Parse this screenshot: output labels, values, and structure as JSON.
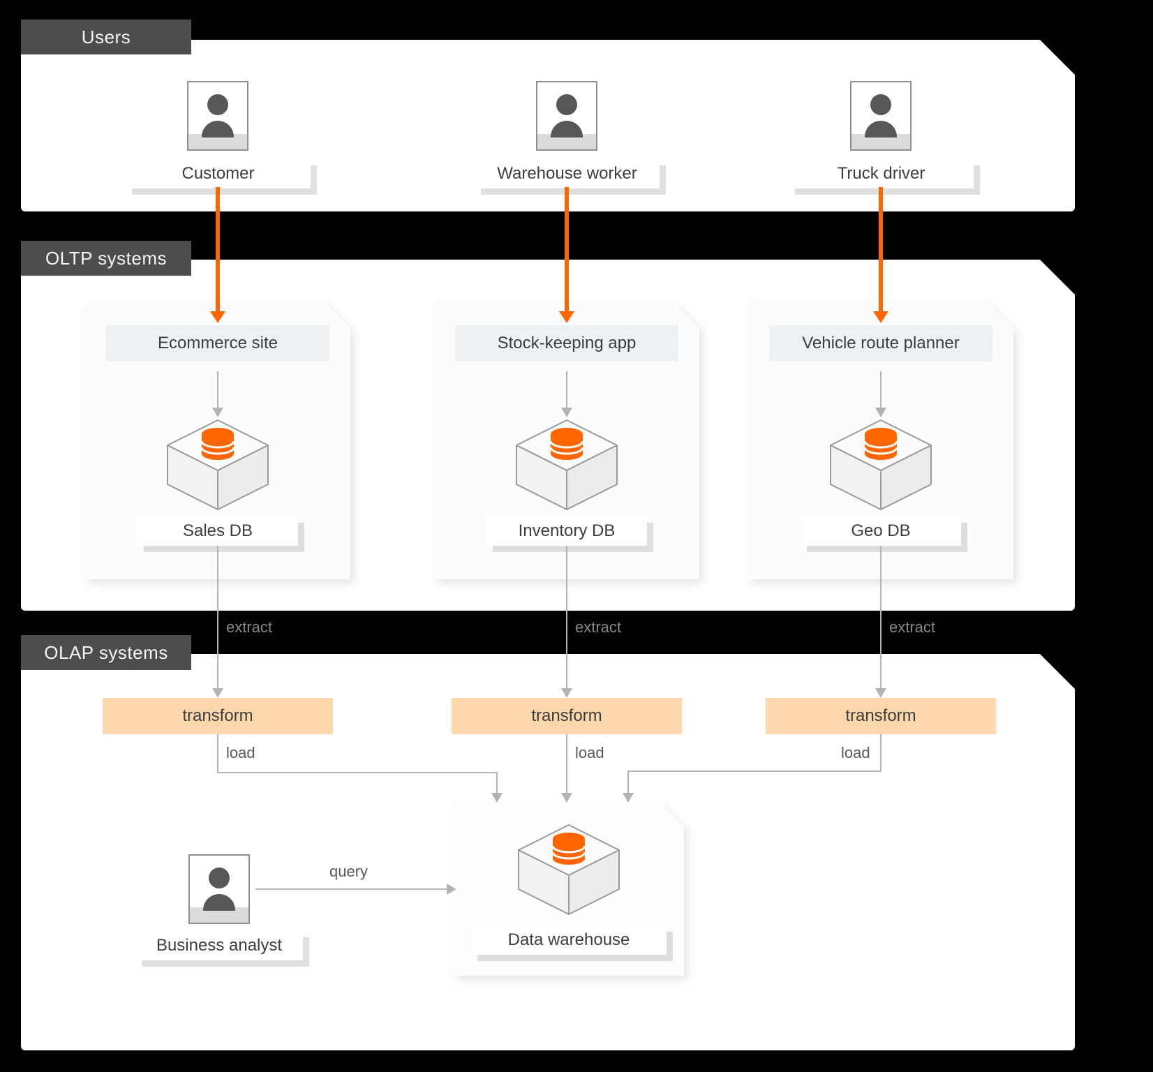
{
  "sections": {
    "users": {
      "label": "Users",
      "items": [
        {
          "label": "Customer"
        },
        {
          "label": "Warehouse worker"
        },
        {
          "label": "Truck driver"
        }
      ]
    },
    "oltp": {
      "label": "OLTP systems",
      "cards": [
        {
          "app": "Ecommerce site",
          "db": "Sales DB"
        },
        {
          "app": "Stock-keeping app",
          "db": "Inventory DB"
        },
        {
          "app": "Vehicle route planner",
          "db": "Geo DB"
        }
      ]
    },
    "olap": {
      "label": "OLAP systems"
    }
  },
  "flows": {
    "extract": "extract",
    "transform": "transform",
    "load": "load",
    "query": "query"
  },
  "warehouse": {
    "label": "Data warehouse"
  },
  "analyst": {
    "label": "Business analyst"
  },
  "icons": {
    "user": "person-icon",
    "database": "database-cube-icon"
  },
  "colors": {
    "background": "#000000",
    "panel_bg": "#ffffff",
    "tab_bg": "#4d4d4d",
    "tab_text": "#f5f5f5",
    "accent_orange": "#ff6600",
    "transform_bg": "#fbd7ab",
    "card_header_bg": "#edf1f4",
    "arrow_gray": "#b3b3b3",
    "person_gray": "#575757",
    "text_dark": "#3d3d3d",
    "extract_text": "#8a8a8a"
  }
}
